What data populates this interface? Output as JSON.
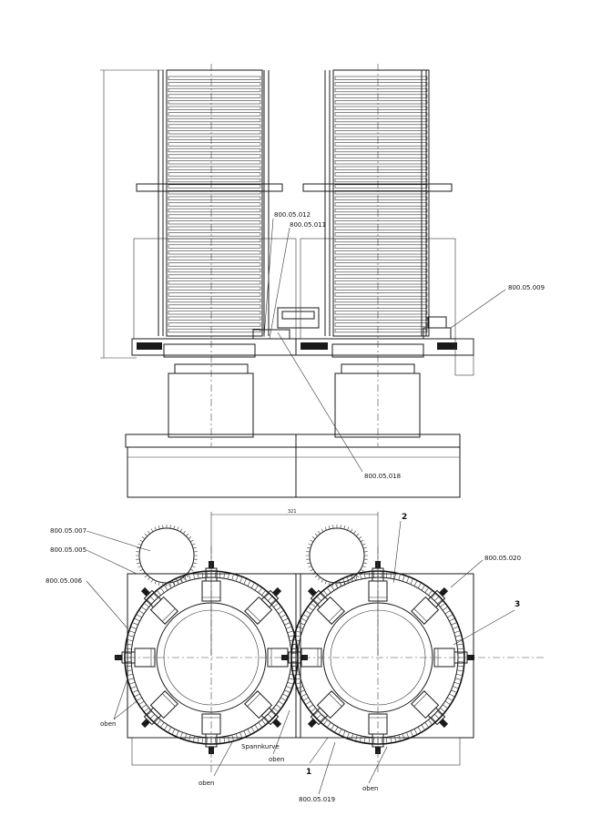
{
  "labels": {
    "p012": "800.05.012",
    "p011": "800.05.011",
    "p009": "800.05.009",
    "p018": "800.05.018",
    "p007": "800.05.007",
    "p005": "800.05.005",
    "p006": "800.05.006",
    "p020": "800.05.020",
    "p019": "800.05.019",
    "n1": "1",
    "n2": "2",
    "n3": "3",
    "oben_a": "oben",
    "oben_b": "oben",
    "oben_c": "oben",
    "oben_d": "oben",
    "spannkurve": "Spannkurve",
    "dim_top": "321"
  }
}
